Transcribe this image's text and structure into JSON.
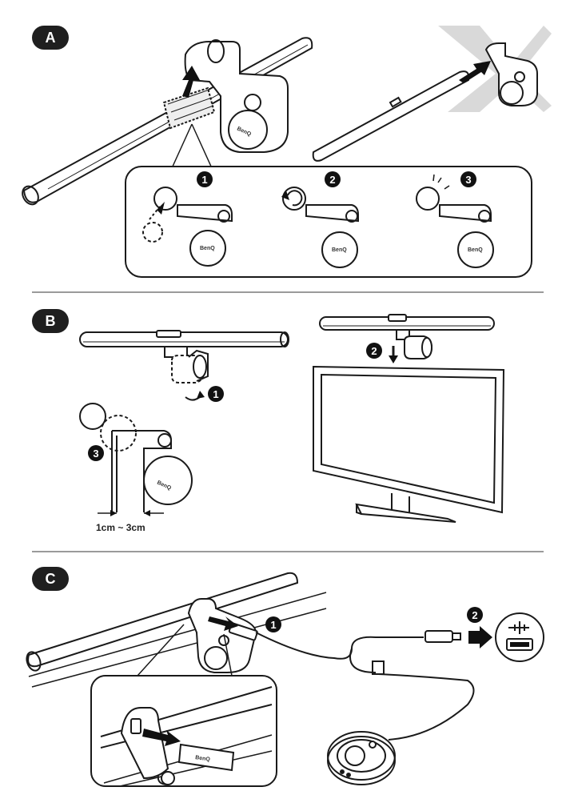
{
  "sections": {
    "a": {
      "badge": "A"
    },
    "b": {
      "badge": "B"
    },
    "c": {
      "badge": "C"
    }
  },
  "steps": {
    "a1": "1",
    "a2": "2",
    "a3": "3",
    "b1": "1",
    "b2": "2",
    "b3": "3",
    "c1": "1",
    "c2": "2"
  },
  "labels": {
    "clearance": "1cm ~ 3cm",
    "brand": "BenQ"
  },
  "colors": {
    "ink": "#1a1a1a",
    "divider": "#9a9a9a",
    "cross": "#cfcfcf"
  },
  "icons": {
    "usb": "usb-symbol-icon"
  }
}
